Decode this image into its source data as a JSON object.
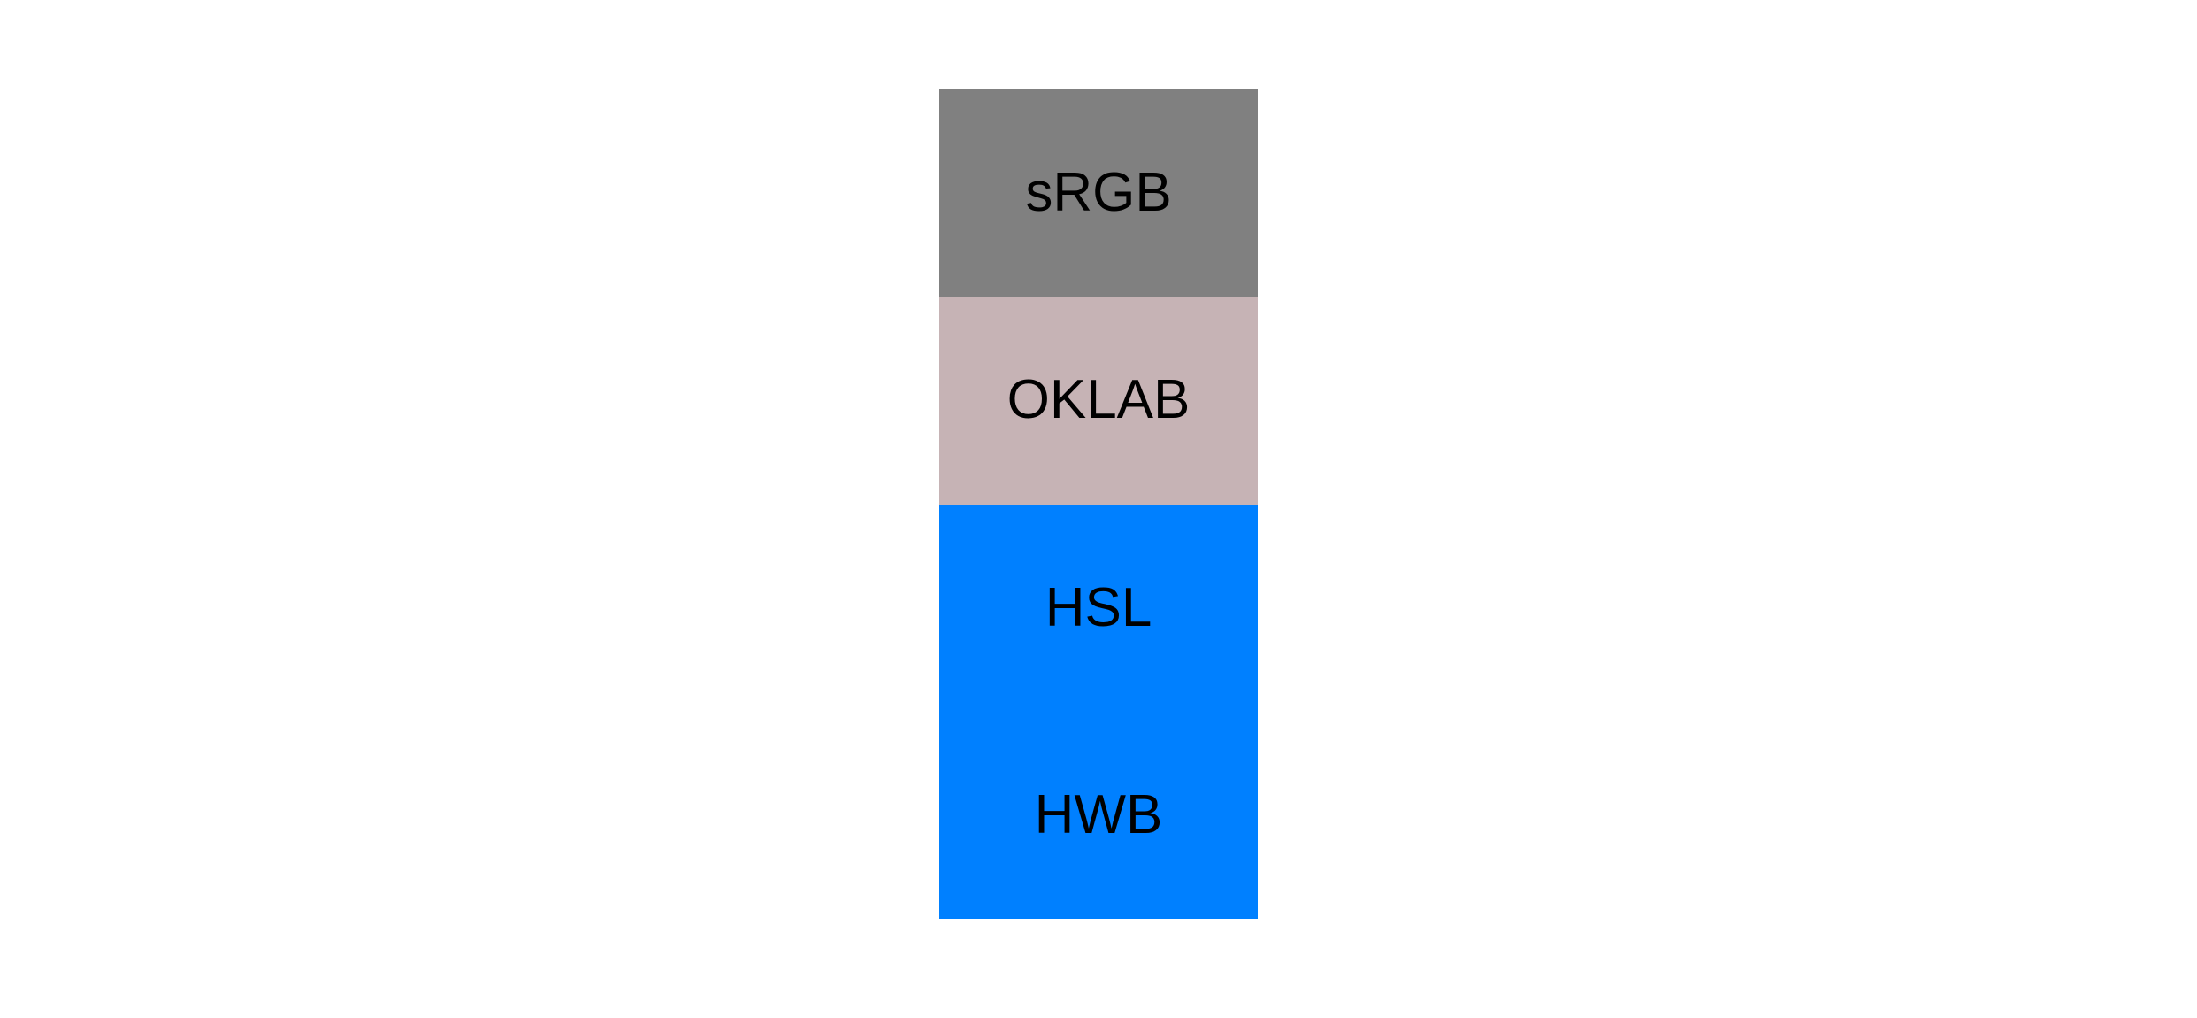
{
  "page": {
    "background": "#ffffff",
    "text_color": "#000000"
  },
  "swatch_stack": {
    "description": "color interpolation result swatches by color space",
    "items": [
      {
        "id": "srgb",
        "label": "sRGB",
        "color": "#808080"
      },
      {
        "id": "oklab",
        "label": "OKLAB",
        "color": "#c6b3b5"
      },
      {
        "id": "hsl",
        "label": "HSL",
        "color": "#0080ff"
      },
      {
        "id": "hwb",
        "label": "HWB",
        "color": "#0080ff"
      }
    ]
  }
}
